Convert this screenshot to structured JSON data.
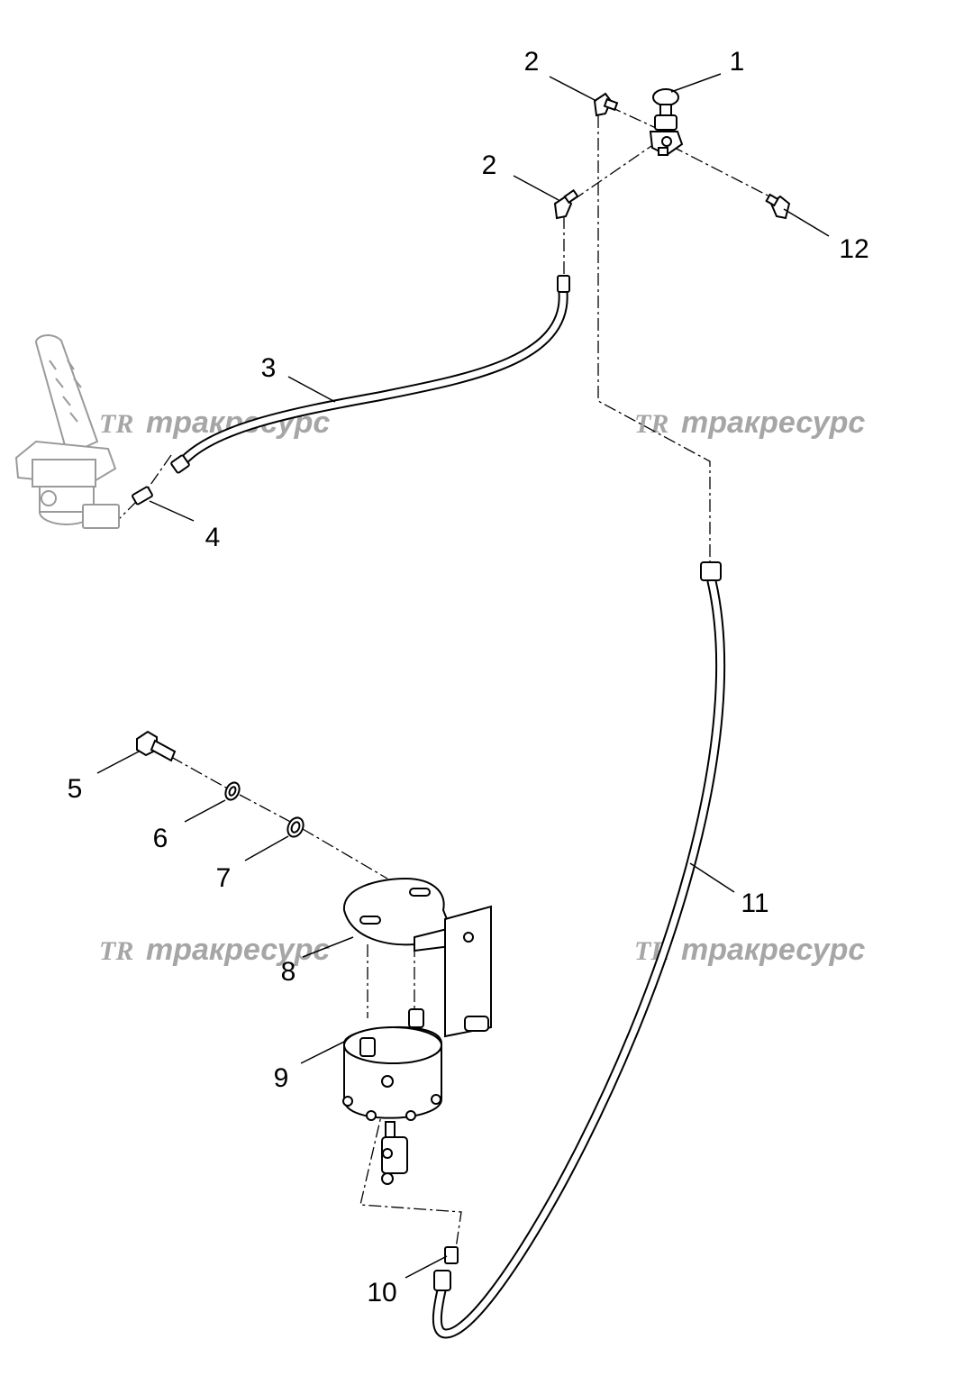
{
  "callouts": {
    "c1": "1",
    "c2a": "2",
    "c2b": "2",
    "c3": "3",
    "c4": "4",
    "c5": "5",
    "c6": "6",
    "c7": "7",
    "c8": "8",
    "c9": "9",
    "c10": "10",
    "c11": "11",
    "c12": "12"
  },
  "watermark": {
    "logo": "TR",
    "text": "тракресурс"
  },
  "colors": {
    "line": "#000000",
    "watermark": "#a6a6a6",
    "faded_part": "#9a9a9a"
  }
}
